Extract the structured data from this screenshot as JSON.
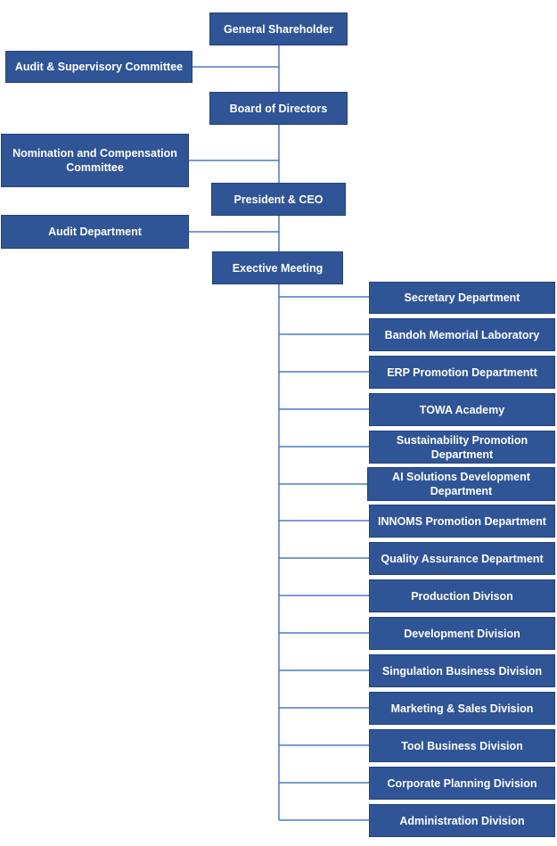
{
  "chart": {
    "main_chain": [
      "General Shareholder",
      "Board of Directors",
      "President & CEO",
      "Exective Meeting"
    ],
    "side_units": [
      "Audit & Supervisory Committee",
      "Nomination and Compensation Committee",
      "Audit Department"
    ],
    "departments": [
      "Secretary Department",
      "Bandoh Memorial Laboratory",
      "ERP Promotion Departmentt",
      "TOWA Academy",
      "Sustainability Promotion Department",
      "AI Solutions Development Department",
      "INNOMS Promotion Department",
      "Quality Assurance Department",
      "Production Divison",
      "Development Division",
      "Singulation Business Division",
      "Marketing & Sales Division",
      "Tool Business Division",
      "Corporate Planning Division",
      "Administration Division"
    ]
  },
  "colors": {
    "box_fill": "#2f5597",
    "connector": "#4a7ac0"
  }
}
